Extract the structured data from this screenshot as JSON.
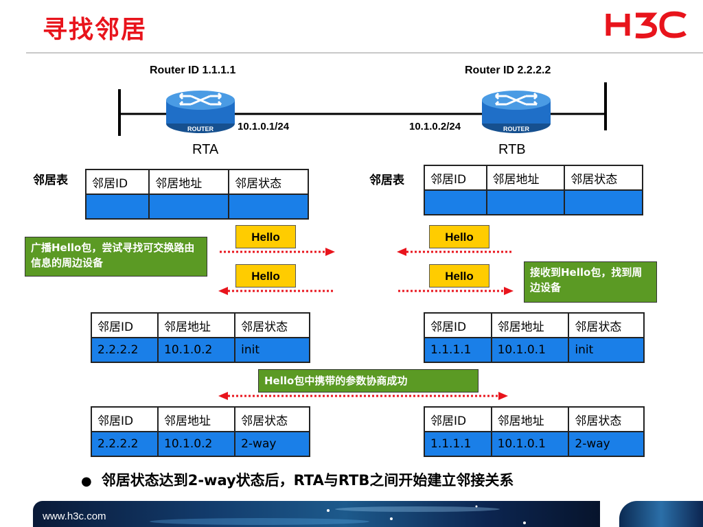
{
  "slide": {
    "title": "寻找邻居",
    "brand": "H3C",
    "footer_url": "www.h3c.com"
  },
  "routers": {
    "rta": {
      "router_id_label": "Router ID 1.1.1.1",
      "name": "RTA",
      "interface_ip": "10.1.0.1/24",
      "icon_text": "ROUTER"
    },
    "rtb": {
      "router_id_label": "Router ID 2.2.2.2",
      "name": "RTB",
      "interface_ip": "10.1.0.2/24",
      "icon_text": "ROUTER"
    }
  },
  "neighbor_table_label": "邻居表",
  "table_headers": [
    "邻居ID",
    "邻居地址",
    "邻居状态"
  ],
  "tables": {
    "rta_init": [
      "",
      "",
      ""
    ],
    "rtb_init": [
      "",
      "",
      ""
    ],
    "rta_stage2": [
      "2.2.2.2",
      "10.1.0.2",
      "init"
    ],
    "rtb_stage2": [
      "1.1.1.1",
      "10.1.0.1",
      "init"
    ],
    "rta_stage3": [
      "2.2.2.2",
      "10.1.0.2",
      "2-way"
    ],
    "rtb_stage3": [
      "1.1.1.1",
      "10.1.0.1",
      "2-way"
    ]
  },
  "hello_label": "Hello",
  "notes": {
    "broadcast": "广播Hello包，尝试寻找可交换路由信息的周边设备",
    "receive": "接收到Hello包，找到周边设备",
    "negotiate": "Hello包中携带的参数协商成功"
  },
  "bullet": "邻居状态达到2-way状态后，RTA与RTB之间开始建立邻接关系",
  "colors": {
    "title_red": "#e8141c",
    "table_blue": "#1a7fe8",
    "hello_yellow": "#ffcc00",
    "note_green": "#5b9a24",
    "arrow_red": "#e8141c",
    "router_blue": "#1f6fc8"
  }
}
